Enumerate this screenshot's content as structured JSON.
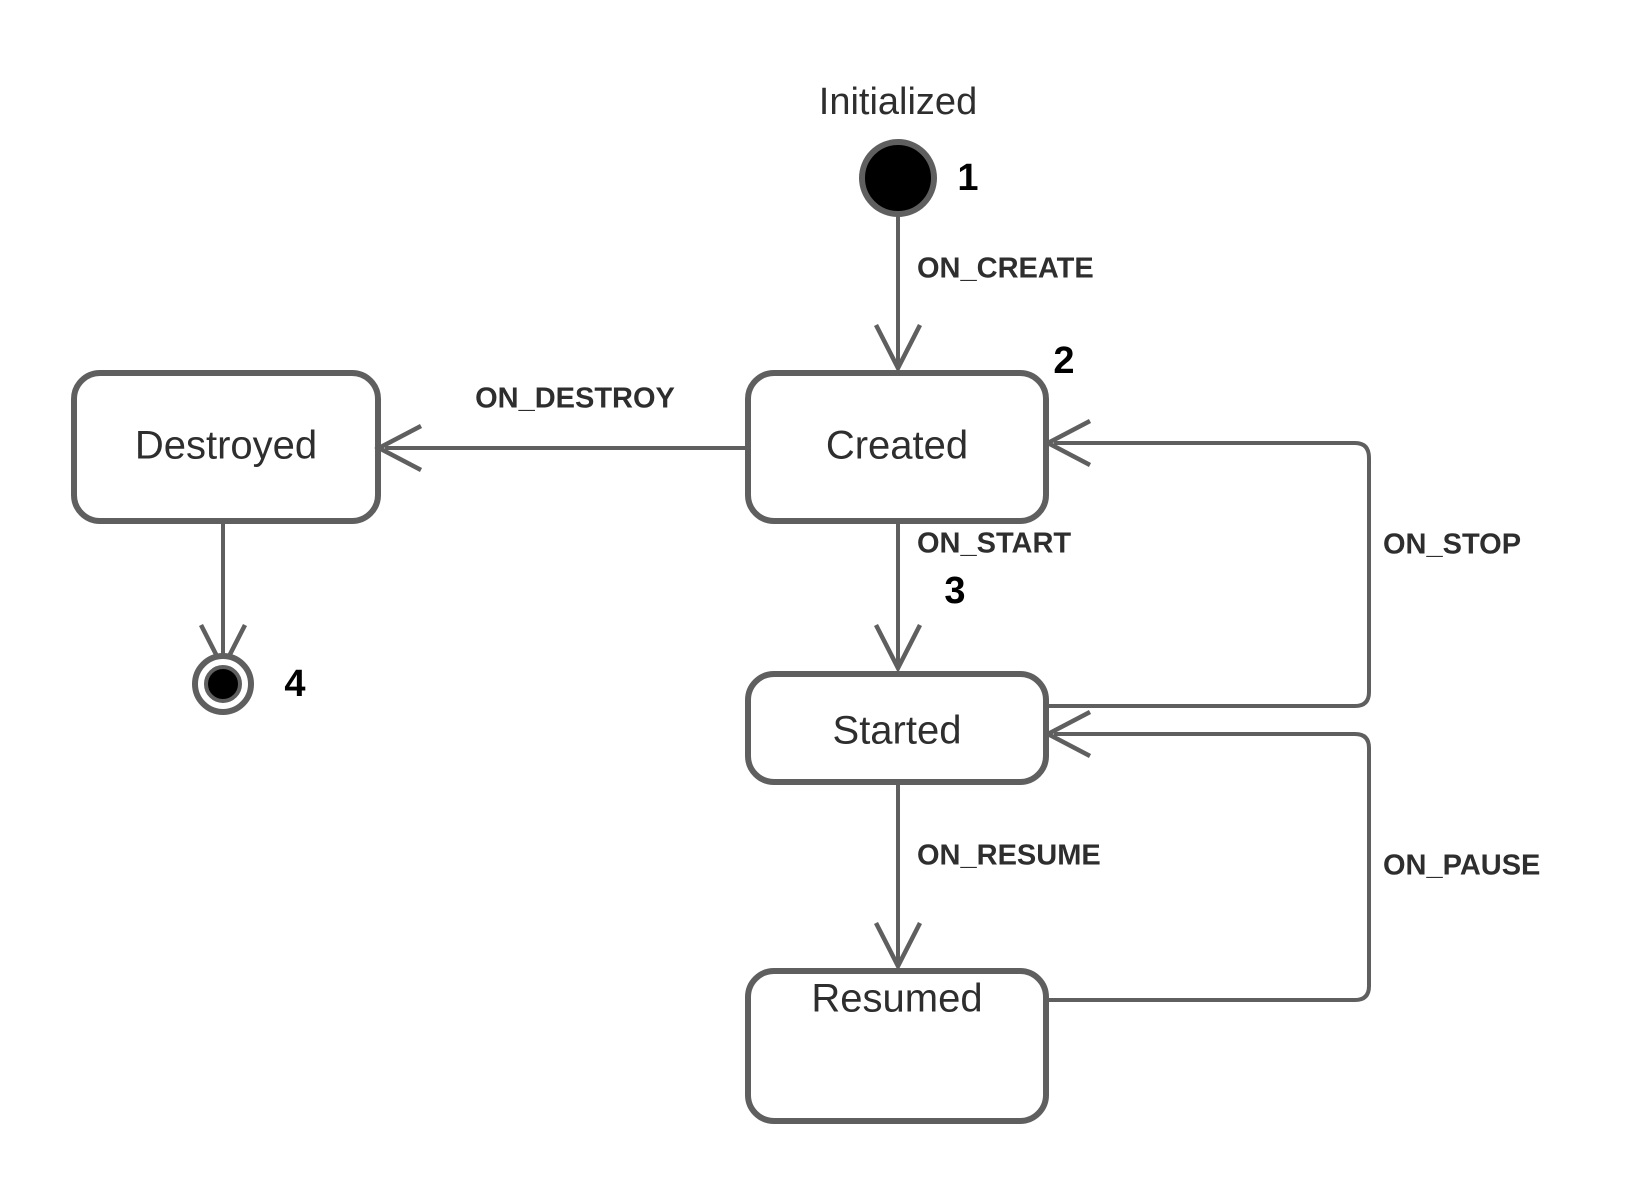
{
  "diagram": {
    "type": "uml-state-machine",
    "title": "",
    "background_color": "#ffffff",
    "stroke_color": "#5f5f5f",
    "text_color": "#2e2e2e",
    "pseudostate_fill": "#000000"
  },
  "pseudostates": {
    "initial": {
      "caption": "Initialized",
      "step": "1"
    },
    "final": {
      "step": "4"
    }
  },
  "states": [
    {
      "id": "destroyed",
      "label": "Destroyed",
      "step": ""
    },
    {
      "id": "created",
      "label": "Created",
      "step": "2"
    },
    {
      "id": "started",
      "label": "Started",
      "step": "3"
    },
    {
      "id": "resumed",
      "label": "Resumed",
      "step": ""
    }
  ],
  "transitions": [
    {
      "id": "t1",
      "from": "initial",
      "to": "created",
      "label": "ON_CREATE"
    },
    {
      "id": "t2",
      "from": "created",
      "to": "destroyed",
      "label": "ON_DESTROY"
    },
    {
      "id": "t3",
      "from": "created",
      "to": "started",
      "label": "ON_START"
    },
    {
      "id": "t4",
      "from": "started",
      "to": "created",
      "label": "ON_STOP"
    },
    {
      "id": "t5",
      "from": "started",
      "to": "resumed",
      "label": "ON_RESUME"
    },
    {
      "id": "t6",
      "from": "resumed",
      "to": "started",
      "label": "ON_PAUSE"
    },
    {
      "id": "t7",
      "from": "destroyed",
      "to": "final",
      "label": ""
    }
  ]
}
